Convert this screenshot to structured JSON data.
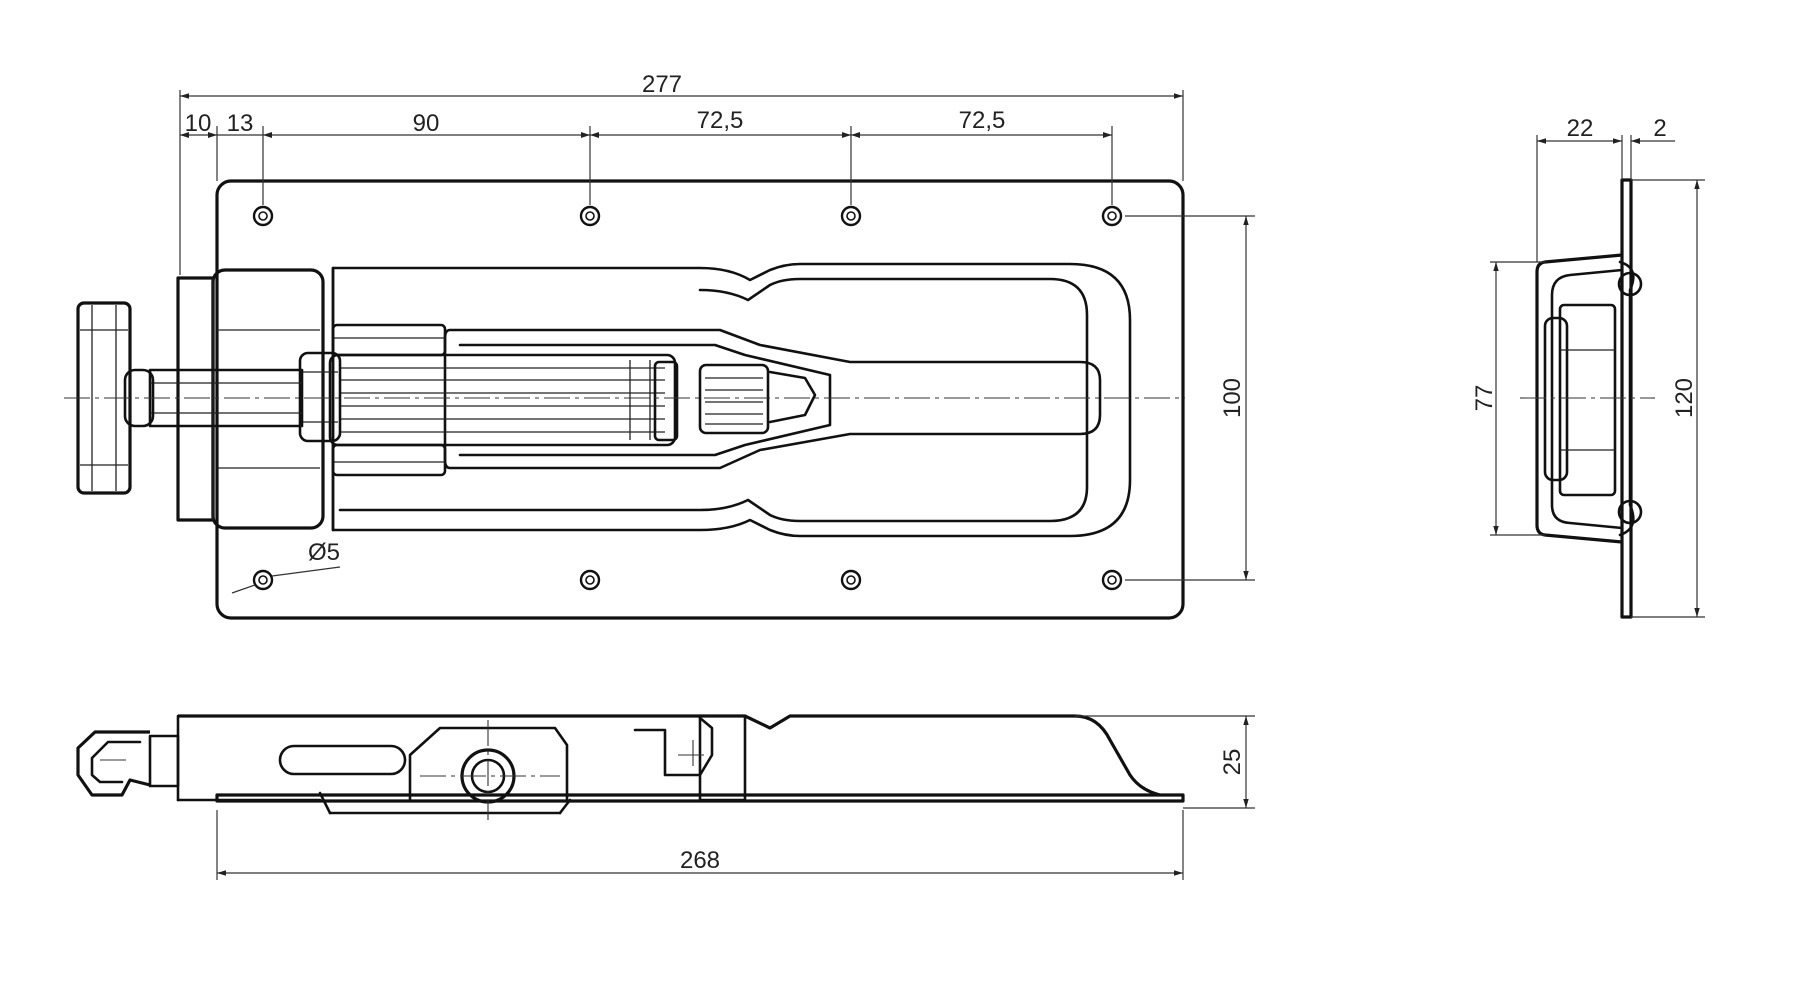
{
  "dimensions": {
    "overall_length": "277",
    "seg_10": "10",
    "seg_13": "13",
    "seg_90": "90",
    "seg_72_a": "72,5",
    "seg_72_b": "72,5",
    "hole_spacing_vertical": "100",
    "hole_diameter": "Ø5",
    "side_depth": "22",
    "side_plate": "2",
    "side_body_height": "77",
    "side_plate_height": "120",
    "bottom_height": "25",
    "bottom_plate_length": "268"
  }
}
